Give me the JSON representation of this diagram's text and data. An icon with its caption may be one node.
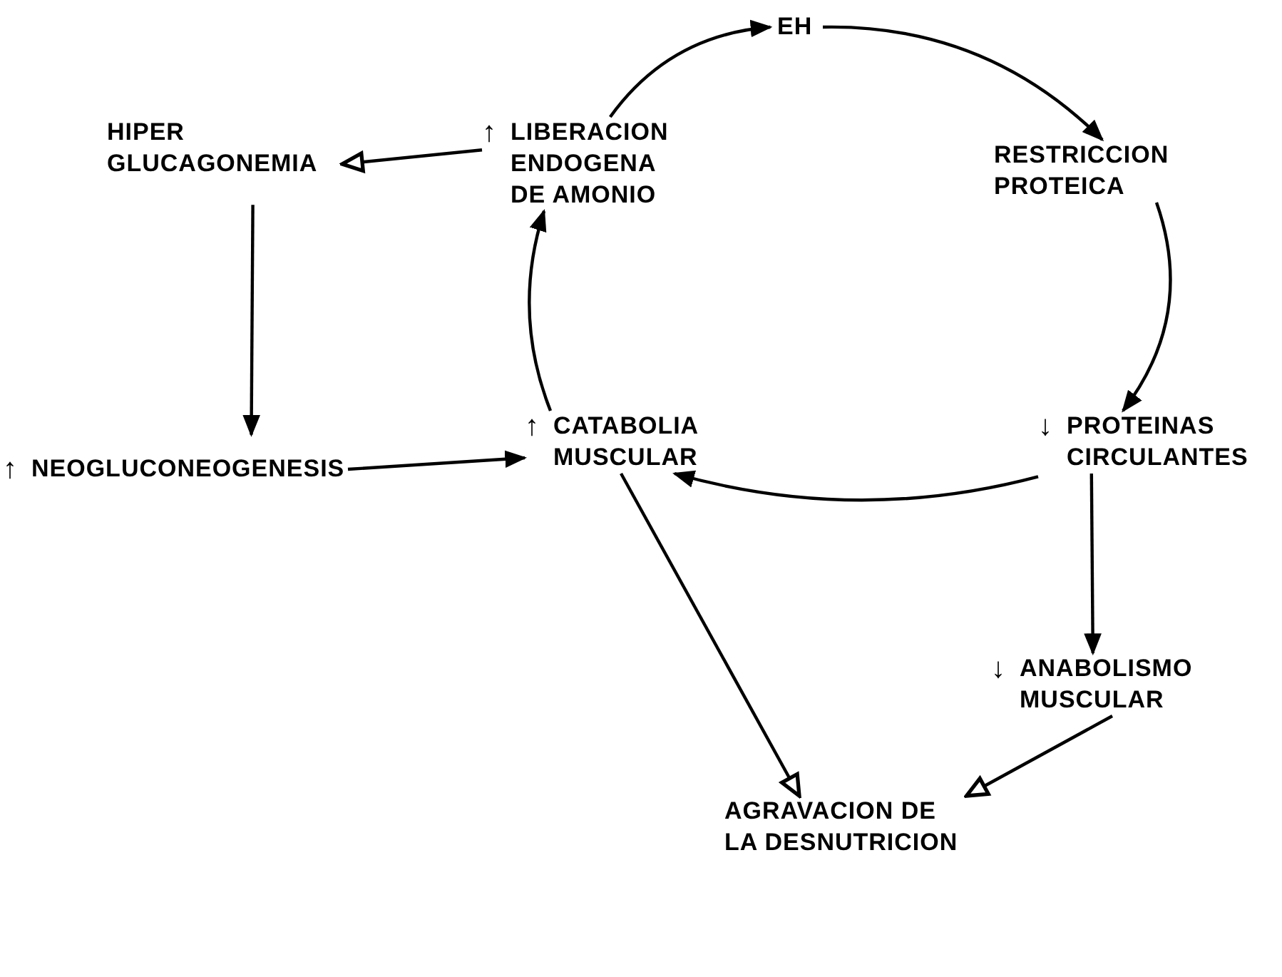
{
  "diagram": {
    "nodes": [
      {
        "text": [
          "EH"
        ]
      },
      {
        "text": [
          "RESTRICCION PROTEICA"
        ]
      },
      {
        "text": [
          "↓",
          "PROTEINAS CIRCULANTES"
        ]
      },
      {
        "text": [
          "↓",
          "ANABOLISMO MUSCULAR"
        ]
      },
      {
        "text": [
          "AGRAVACION DE LA DESNUTRICION"
        ]
      },
      {
        "text": [
          "↑",
          "CATABOLIA MUSCULAR"
        ]
      },
      {
        "text": [
          "↑",
          "LIBERACION ENDOGENA DE AMONIO"
        ]
      },
      {
        "text": [
          "HIPER GLUCAGONEMIA"
        ]
      },
      {
        "text": [
          "↑",
          "NEOGLUCONEOGENESIS"
        ]
      }
    ],
    "edges": [
      {
        "from": 6,
        "to": 0,
        "arrow": "to"
      },
      {
        "from": 0,
        "to": 1,
        "arrow": "to"
      },
      {
        "from": 1,
        "to": 2,
        "arrow": "to"
      },
      {
        "from": 2,
        "to": 5,
        "arrow": "to"
      },
      {
        "from": 5,
        "to": 6,
        "arrow": "to"
      },
      {
        "from": 6,
        "to": 7,
        "arrow": "to"
      },
      {
        "from": 7,
        "to": 8,
        "arrow": "to"
      },
      {
        "from": 8,
        "to": 5,
        "arrow": "to"
      },
      {
        "from": 2,
        "to": 3,
        "arrow": "to"
      },
      {
        "from": 5,
        "to": 4,
        "arrow": "to"
      },
      {
        "from": 3,
        "to": 4,
        "arrow": "to"
      }
    ]
  }
}
